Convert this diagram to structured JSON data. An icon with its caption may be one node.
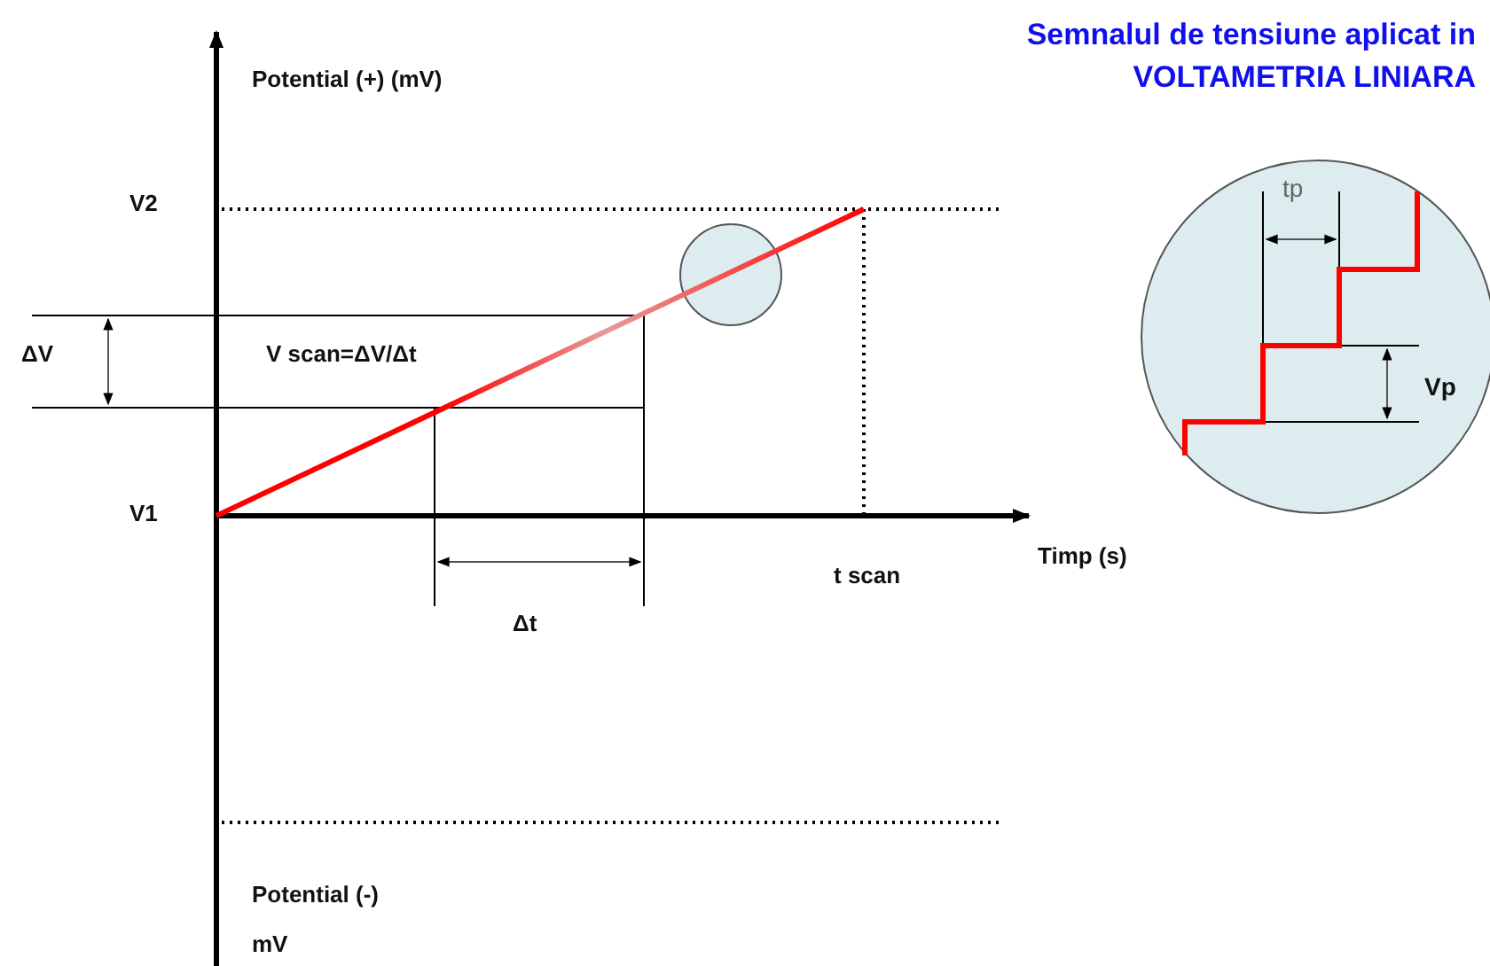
{
  "diagram": {
    "title": "Semnalul de tensiune aplicat in VOLTAMETRIA LINIARA",
    "nodes": [
      {
        "text": [],
        "shape": "circle"
      },
      {
        "text": [
          "tp",
          "Vp"
        ]
      }
    ],
    "labels": [
      "Potential (+) (mV)",
      "V2",
      "ΔV",
      "V scan=ΔV/Δt",
      "V1",
      "Δt",
      "t scan",
      "Timp (s)",
      "Potential (-)",
      "mV"
    ]
  }
}
